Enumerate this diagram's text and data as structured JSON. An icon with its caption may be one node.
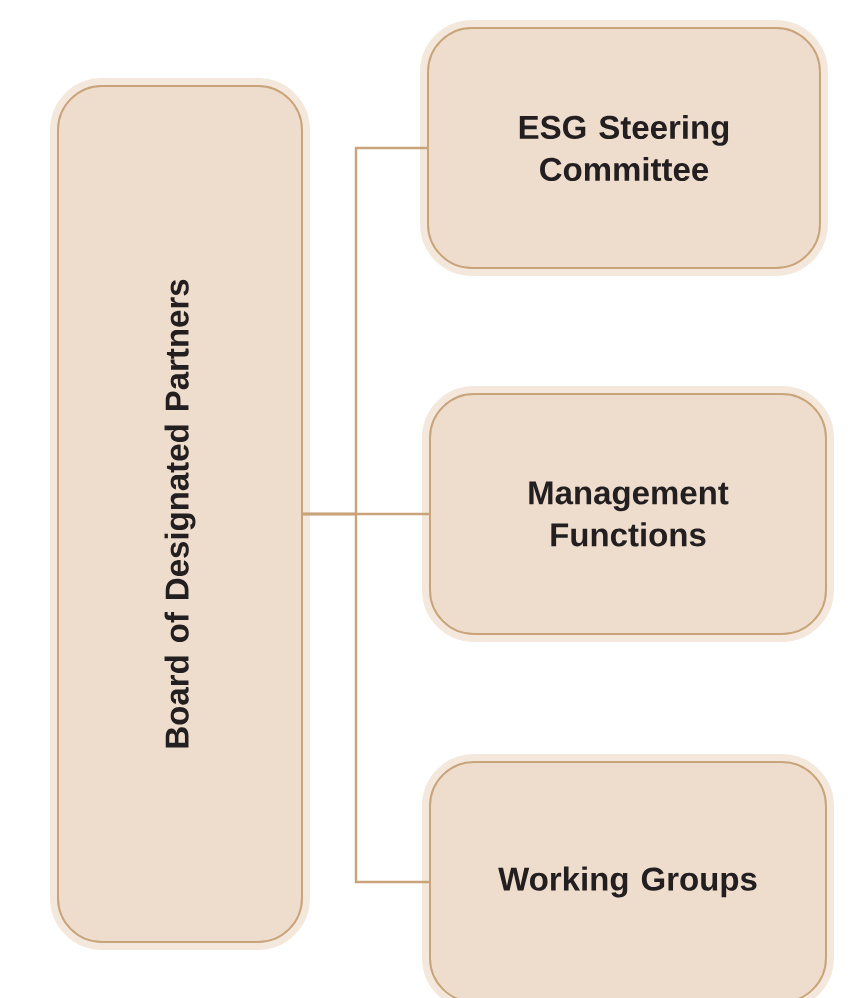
{
  "diagram": {
    "nodes": [
      {
        "text": [
          "Board of Designated Partners"
        ]
      },
      {
        "text": [
          "ESG Steering Committee"
        ]
      },
      {
        "text": [
          "Management Functions"
        ]
      },
      {
        "text": [
          "Working Groups"
        ]
      }
    ],
    "edges": [
      {
        "from": 0,
        "to": 1,
        "arrow": "none"
      },
      {
        "from": 0,
        "to": 2,
        "arrow": "none"
      },
      {
        "from": 0,
        "to": 3,
        "arrow": "none"
      }
    ]
  }
}
